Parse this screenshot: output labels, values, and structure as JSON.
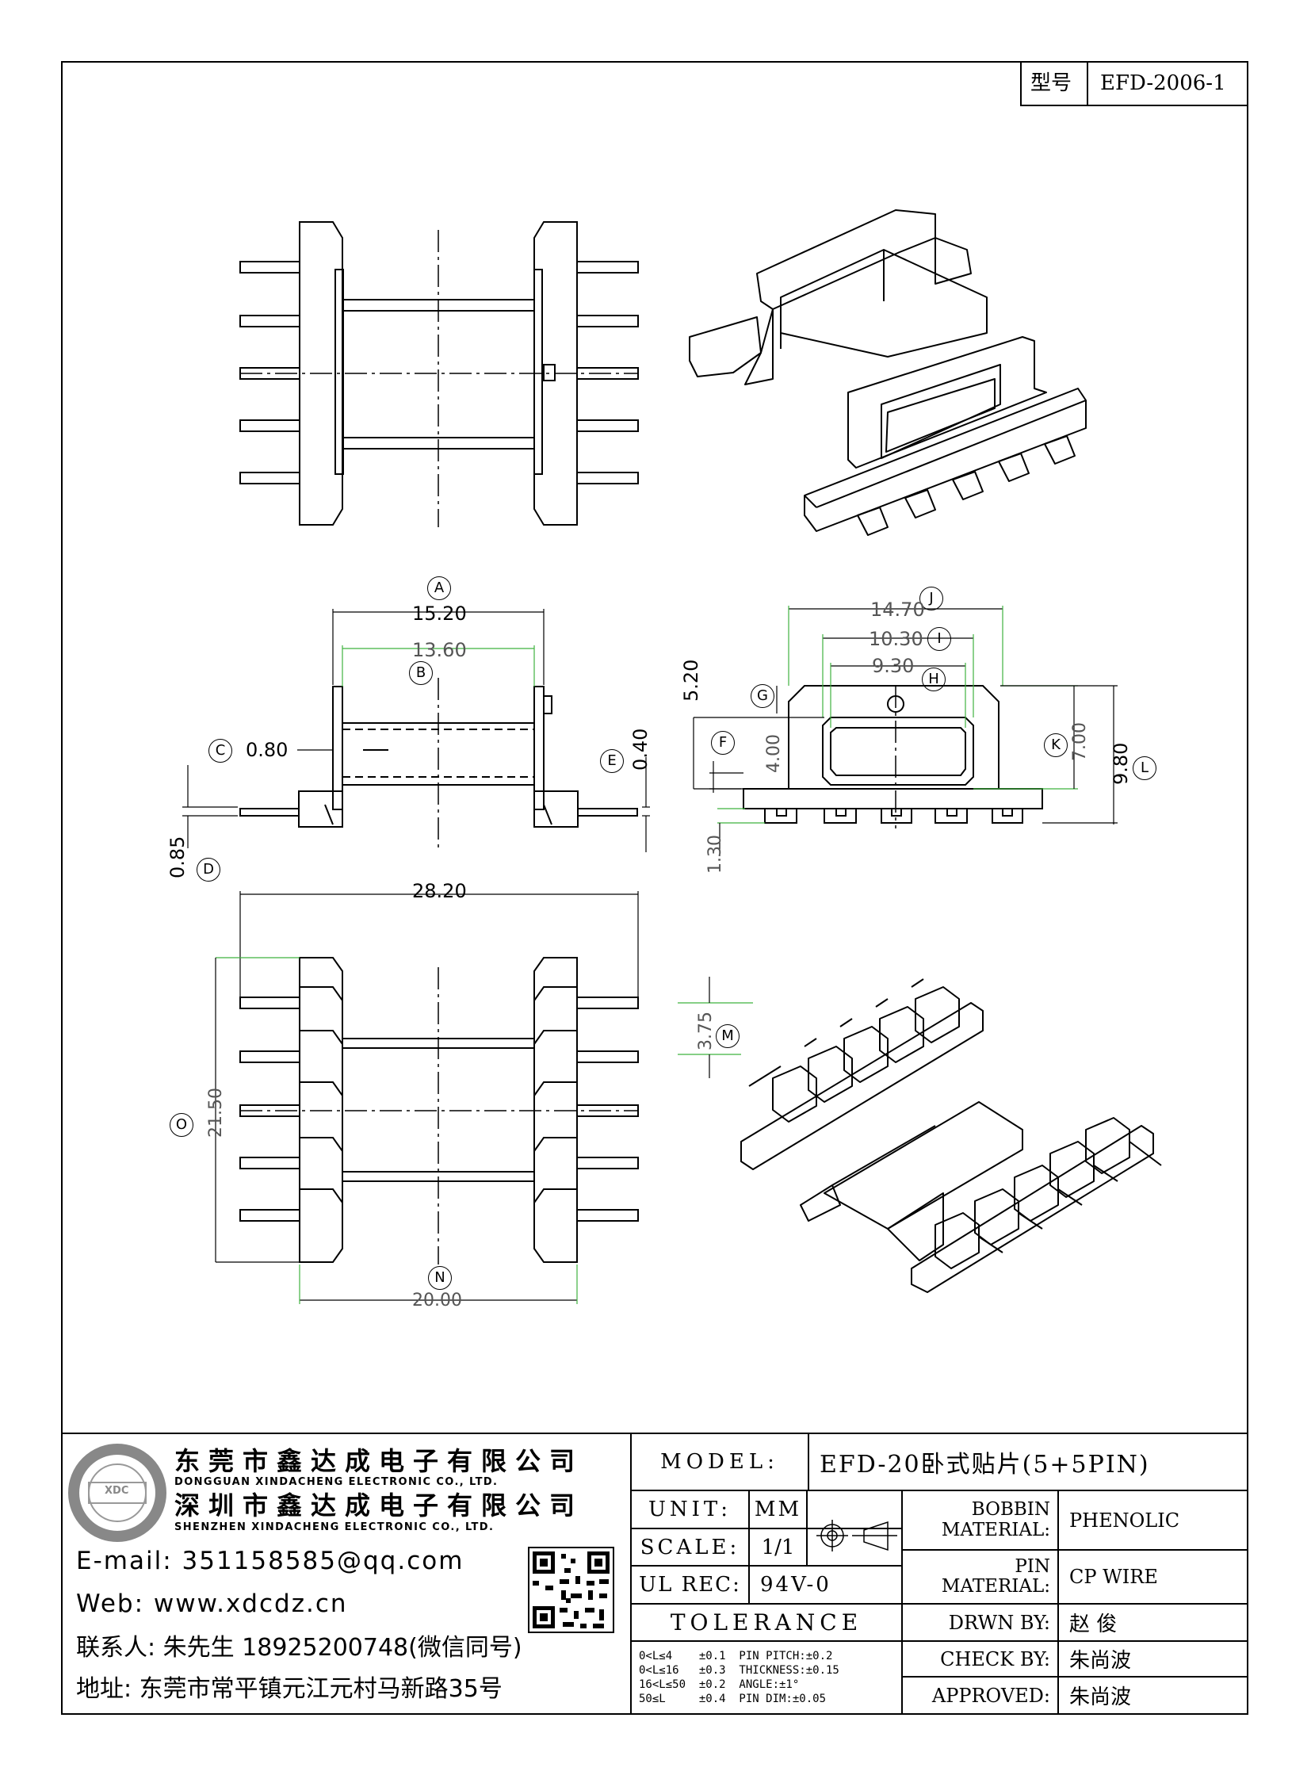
{
  "header": {
    "model_label": "型号",
    "model_value": "EFD-2006-1"
  },
  "dimensions": {
    "A": {
      "letter": "A",
      "value": "15.20"
    },
    "B": {
      "letter": "B",
      "value": "13.60"
    },
    "C": {
      "letter": "C",
      "value": "0.80"
    },
    "D": {
      "letter": "D",
      "value": "0.85"
    },
    "E": {
      "letter": "E",
      "value": "0.40"
    },
    "F": {
      "letter": "F",
      "value": "4.00"
    },
    "G": {
      "letter": "G",
      "value": "5.20"
    },
    "H": {
      "letter": "H",
      "value": "9.30"
    },
    "I": {
      "letter": "I",
      "value": "10.30"
    },
    "J": {
      "letter": "J",
      "value": "14.70"
    },
    "K": {
      "letter": "K",
      "value": "7.00"
    },
    "L": {
      "letter": "L",
      "value": "9.80"
    },
    "M": {
      "letter": "M",
      "value": "3.75"
    },
    "N": {
      "letter": "N",
      "value": "20.00"
    },
    "O": {
      "letter": "O",
      "value": "21.50"
    },
    "pin_span": "28.20",
    "foot": "1.30"
  },
  "company": {
    "name_dg": "东莞市鑫达成电子有限公司",
    "name_dg_en": "DONGGUAN XINDACHENG ELECTRONIC CO., LTD.",
    "name_sz": "深圳市鑫达成电子有限公司",
    "name_sz_en": "SHENZHEN XINDACHENG ELECTRONIC CO., LTD.",
    "logo_text": "XDC",
    "email": "E-mail: 351158585@qq.com",
    "web": "Web: www.xdcdz.cn",
    "contact": "联系人: 朱先生 18925200748(微信同号)",
    "address": "地址: 东莞市常平镇元江元村马新路35号"
  },
  "titleblock": {
    "model_label": "MODEL:",
    "model_value": "EFD-20卧式贴片(5+5PIN)",
    "unit_label": "UNIT:",
    "unit_value": "MM",
    "scale_label": "SCALE:",
    "scale_value": "1/1",
    "ul_label": "UL REC:",
    "ul_value": "94V-0",
    "tolerance_label": "TOLERANCE",
    "tolerance_rows": [
      "0<L≤4    ±0.1  PIN PITCH:±0.2",
      "0<L≤16   ±0.3  THICKNESS:±0.15",
      "16<L≤50  ±0.2  ANGLE:±1°",
      "50≤L     ±0.4  PIN DIM:±0.05"
    ],
    "bobbin_label": "BOBBIN\nMATERIAL:",
    "bobbin_value": "PHENOLIC",
    "pin_label": "PIN\nMATERIAL:",
    "pin_value": "CP WIRE",
    "drawn_label": "DRWN BY:",
    "drawn_value": "赵 俊",
    "check_label": "CHECK BY:",
    "check_value": "朱尚波",
    "approved_label": "APPROVED:",
    "approved_value": "朱尚波"
  }
}
